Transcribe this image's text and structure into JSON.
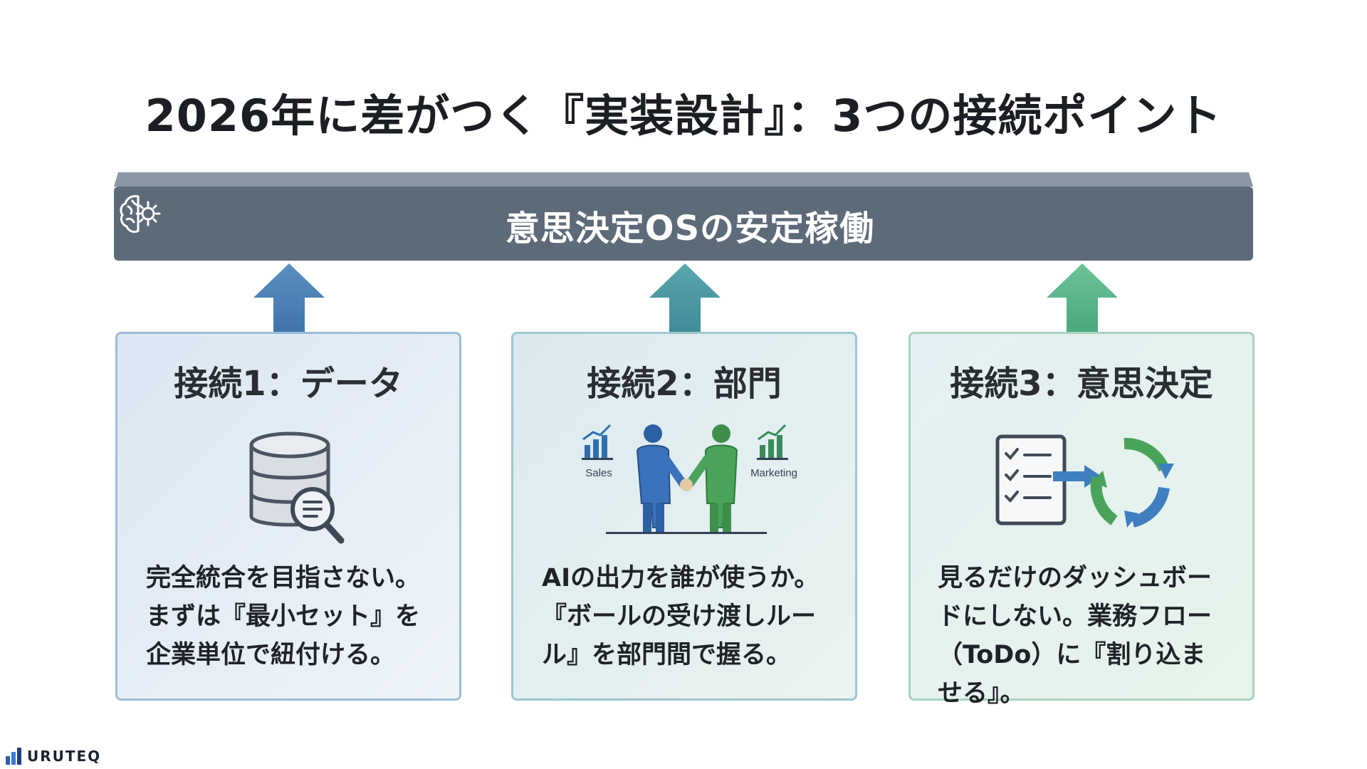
{
  "title": "2026年に差がつく『実装設計』：3つの接続ポイント",
  "banner": {
    "label": "意思決定OSの安定稼働",
    "icon": "brain-gear-icon"
  },
  "cards": [
    {
      "title": "接続1：データ",
      "icon": "database-search-icon",
      "text": "完全統合を目指さない。\nまずは『最小セット』を\n企業単位で紐付ける。"
    },
    {
      "title": "接続2：部門",
      "icon": "handshake-icon",
      "left_label": "Sales",
      "right_label": "Marketing",
      "text": "AIの出力を誰が使うか。\n『ボールの受け渡しルー\nル』を部門間で握る。"
    },
    {
      "title": "接続3：意思決定",
      "icon": "checklist-cycle-icon",
      "text": "見るだけのダッシュボー\nドにしない。業務フロー\n（ToDo）に『割り込ま\nせる』。"
    }
  ],
  "logo": {
    "text": "URUTEQ"
  },
  "colors": {
    "banner": "#5d6a78",
    "arrow1": "#4d82b8",
    "arrow2": "#4e9aa4",
    "arrow3": "#5bb48a"
  }
}
